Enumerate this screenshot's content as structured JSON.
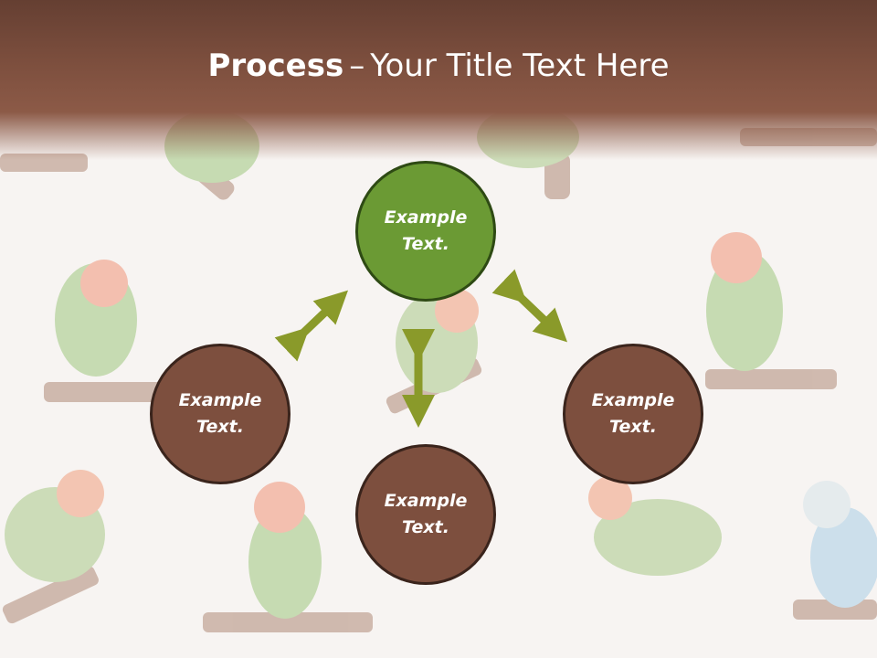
{
  "header": {
    "title_bold": "Process",
    "title_separator": "–",
    "title_rest": "Your Title Text Here"
  },
  "diagram": {
    "nodes": [
      {
        "id": "top",
        "text": "Example Text.",
        "color": "#6b9a34"
      },
      {
        "id": "left",
        "text": "Example Text.",
        "color": "#7d4f3e"
      },
      {
        "id": "bottom",
        "text": "Example Text.",
        "color": "#7d4f3e"
      },
      {
        "id": "right",
        "text": "Example Text.",
        "color": "#7d4f3e"
      }
    ],
    "arrow_color": "#8a9a2a",
    "background_image": "lovebirds-on-perches"
  }
}
